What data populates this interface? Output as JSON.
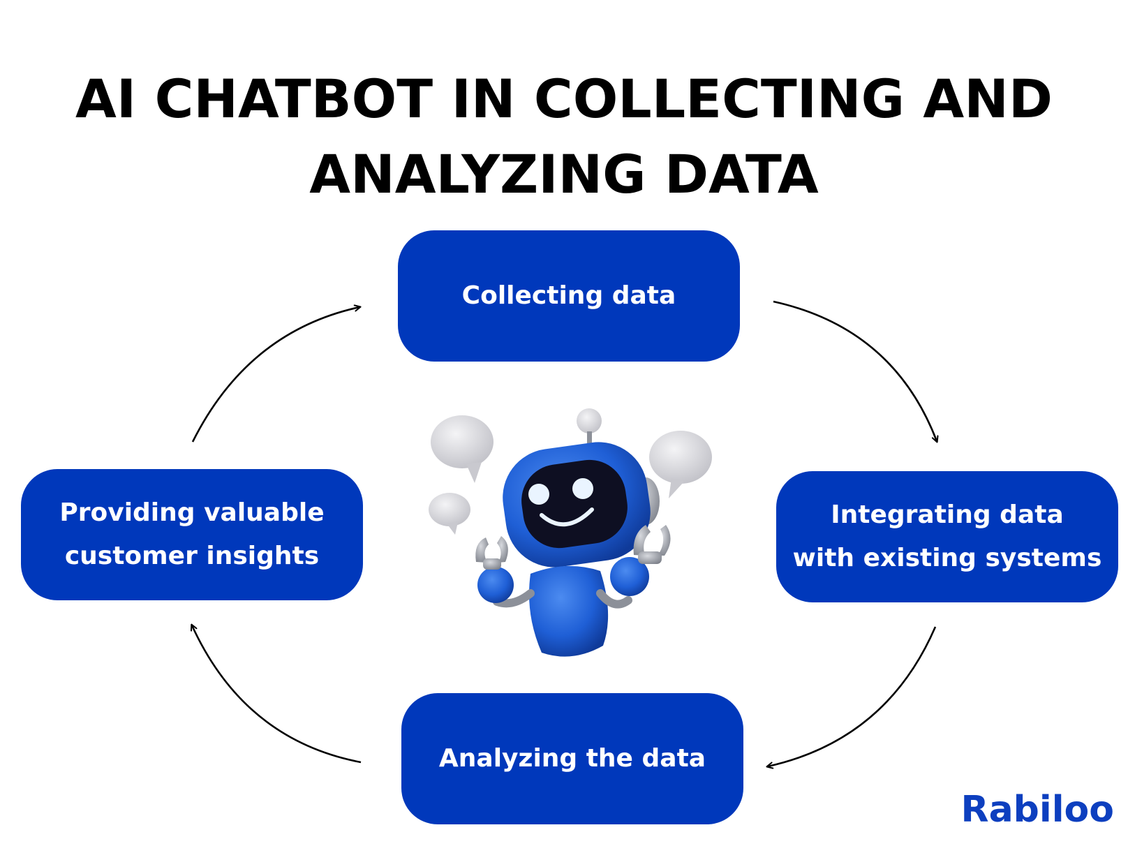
{
  "title": {
    "line1": "AI CHATBOT IN COLLECTING AND",
    "line2": "ANALYZING DATA"
  },
  "steps": [
    {
      "lines": [
        "Collecting data"
      ]
    },
    {
      "lines": [
        "Integrating data",
        "with existing systems"
      ]
    },
    {
      "lines": [
        "Analyzing the data"
      ]
    },
    {
      "lines": [
        "Providing valuable",
        "customer insights"
      ]
    }
  ],
  "brand": {
    "name": "Rabiloo"
  },
  "icons": {
    "center": "robot-icon"
  },
  "colors": {
    "box_fill": "#0038BB",
    "box_text": "#FFFFFF",
    "arrow": "#000000",
    "brand": "#0D3FBF",
    "brand_dot": "#F5A623",
    "robot_body": "#1F5FD6",
    "robot_face": "#0E0F22",
    "robot_eyes": "#EAF4FF",
    "bubble": "#D9D9DE"
  }
}
